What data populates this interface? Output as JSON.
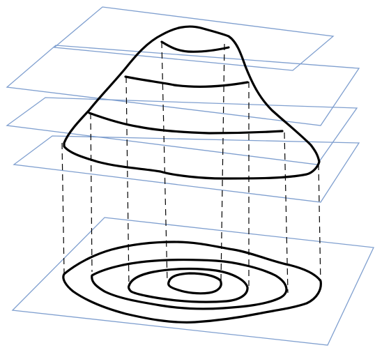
{
  "figure": {
    "subject": "hill-contour-projection",
    "colors": {
      "plane": "#7f9fcf",
      "ink": "#000000",
      "background": "#ffffff"
    },
    "slice_planes": 4,
    "contour_levels": 4,
    "projection_lines": 8
  }
}
